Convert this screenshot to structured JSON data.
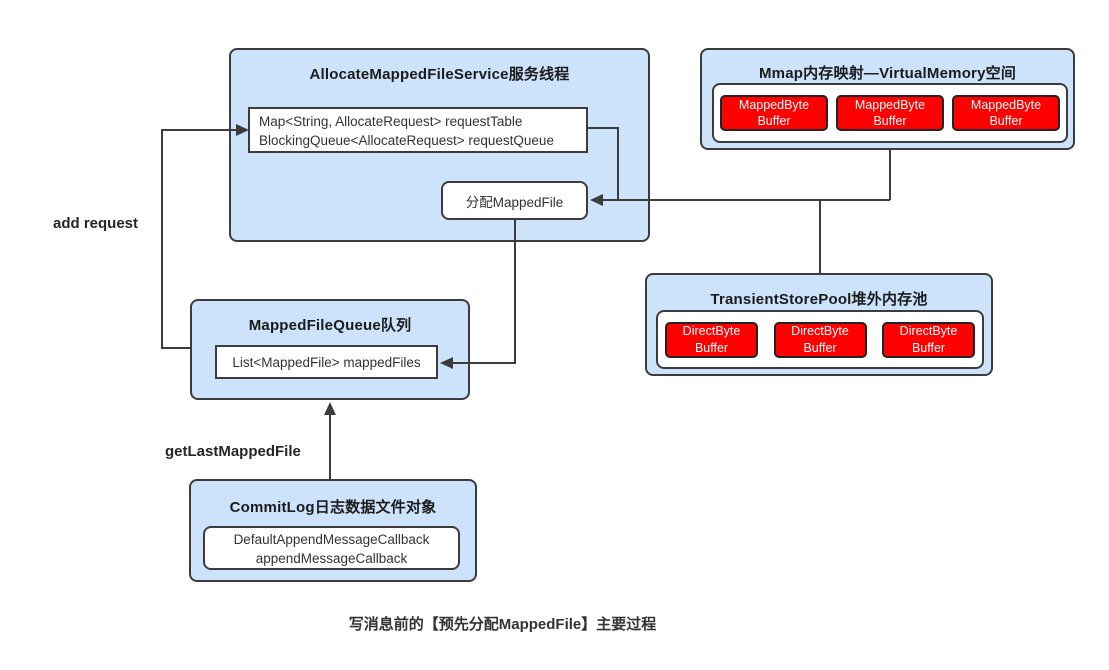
{
  "caption": "写消息前的【预先分配MappedFile】主要过程",
  "labels": {
    "add_request": "add request",
    "get_last_mapped_file": "getLastMappedFile"
  },
  "service_box": {
    "title": "AllocateMappedFileService服务线程",
    "request_store_line1": "Map<String, AllocateRequest> requestTable",
    "request_store_line2": "BlockingQueue<AllocateRequest> requestQueue",
    "allocate_label": "分配MappedFile"
  },
  "mmap_box": {
    "title": "Mmap内存映射—VirtualMemory空间",
    "buffers": [
      "MappedByte Buffer",
      "MappedByte Buffer",
      "MappedByte Buffer"
    ]
  },
  "transient_pool_box": {
    "title": "TransientStorePool堆外内存池",
    "buffers": [
      "DirectByte Buffer",
      "DirectByte Buffer",
      "DirectByte Buffer"
    ]
  },
  "mapped_file_queue_box": {
    "title": "MappedFileQueue队列",
    "list_field": "List<MappedFile> mappedFiles"
  },
  "commit_log_box": {
    "title": "CommitLog日志数据文件对象",
    "callback_line1": "DefaultAppendMessageCallback",
    "callback_line2": "appendMessageCallback"
  },
  "colors": {
    "node_fill": "#cce3fb",
    "node_border": "#3c3c3c",
    "buffer_fill": "#fe0000",
    "buffer_text": "#ffffff",
    "line": "#3c3c3c"
  }
}
